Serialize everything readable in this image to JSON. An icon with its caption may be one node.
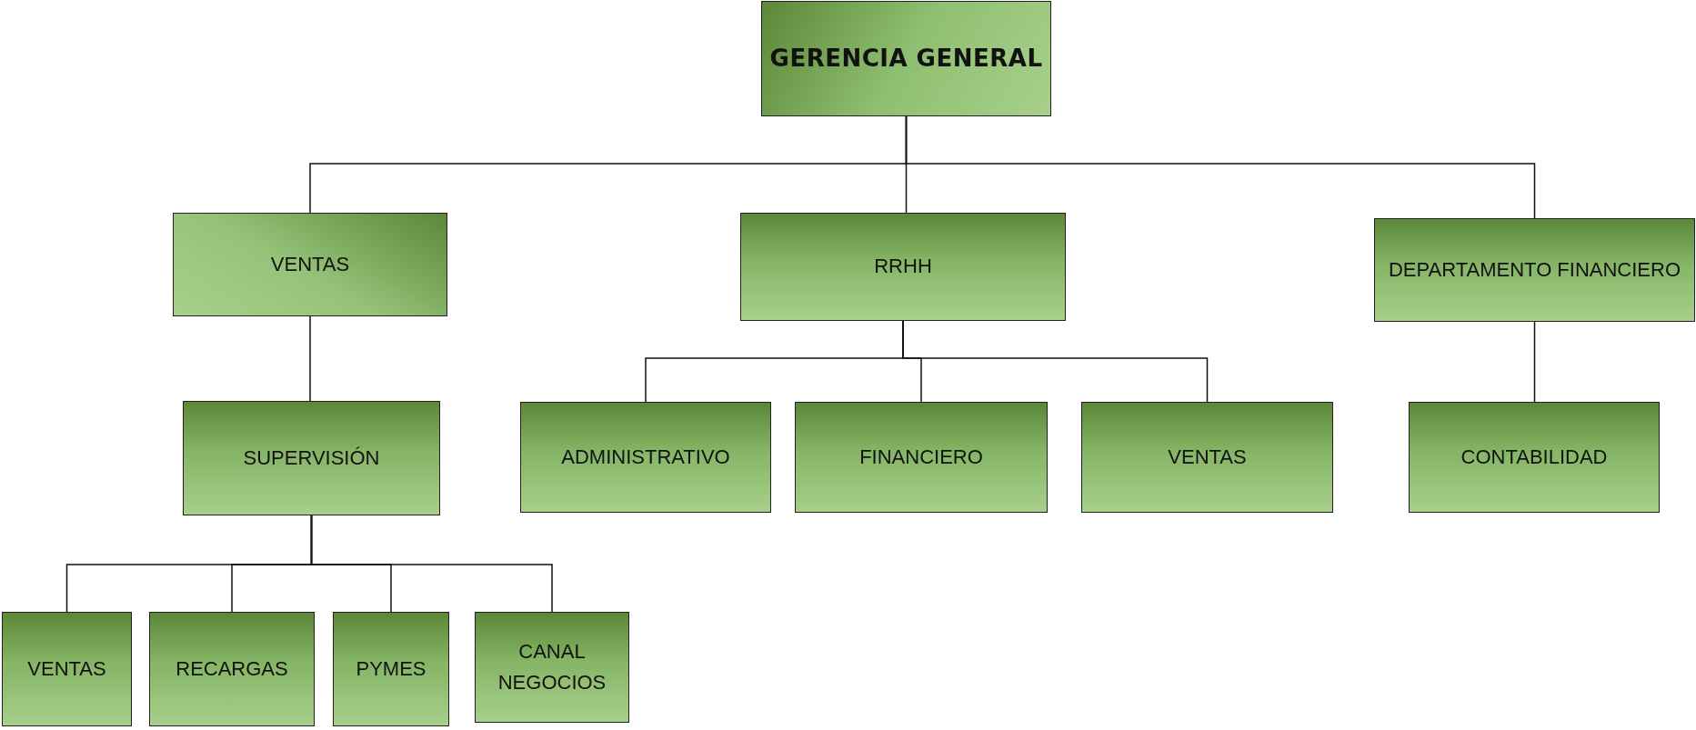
{
  "diagram": {
    "nodes": [
      {
        "text": [
          "GERENCIA GENERAL"
        ]
      },
      {
        "text": [
          "VENTAS"
        ]
      },
      {
        "text": [
          "RRHH"
        ]
      },
      {
        "text": [
          "DEPARTAMENTO FINANCIERO"
        ]
      },
      {
        "text": [
          "SUPERVISIÓN"
        ]
      },
      {
        "text": [
          "ADMINISTRATIVO"
        ]
      },
      {
        "text": [
          "FINANCIERO"
        ]
      },
      {
        "text": [
          "VENTAS"
        ]
      },
      {
        "text": [
          "CONTABILIDAD"
        ]
      },
      {
        "text": [
          "VENTAS"
        ]
      },
      {
        "text": [
          "RECARGAS"
        ]
      },
      {
        "text": [
          "PYMES"
        ]
      },
      {
        "text": [
          "CANAL NEGOCIOS"
        ]
      }
    ],
    "edges": [
      {
        "from": 0,
        "to": 1,
        "arrow": "none"
      },
      {
        "from": 0,
        "to": 2,
        "arrow": "none"
      },
      {
        "from": 0,
        "to": 3,
        "arrow": "none"
      },
      {
        "from": 1,
        "to": 4,
        "arrow": "none"
      },
      {
        "from": 2,
        "to": 5,
        "arrow": "none"
      },
      {
        "from": 2,
        "to": 6,
        "arrow": "none"
      },
      {
        "from": 2,
        "to": 7,
        "arrow": "none"
      },
      {
        "from": 3,
        "to": 8,
        "arrow": "none"
      },
      {
        "from": 4,
        "to": 9,
        "arrow": "none"
      },
      {
        "from": 4,
        "to": 10,
        "arrow": "none"
      },
      {
        "from": 4,
        "to": 11,
        "arrow": "none"
      },
      {
        "from": 4,
        "to": 12,
        "arrow": "none"
      }
    ]
  }
}
